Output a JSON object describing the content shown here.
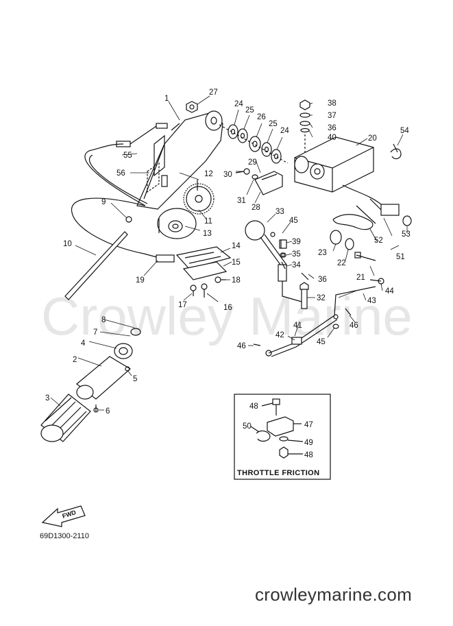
{
  "watermark": "Crowley Marine",
  "diagram_code": "69D1300-2110",
  "footer_url": "crowleymarine.com",
  "inset_title": "THROTTLE  FRICTION",
  "fwd_label": "FWD",
  "callouts": {
    "c1": "1",
    "c2": "2",
    "c3": "3",
    "c4": "4",
    "c5": "5",
    "c6": "6",
    "c7": "7",
    "c8": "8",
    "c9": "9",
    "c10": "10",
    "c11": "11",
    "c12": "12",
    "c13": "13",
    "c14": "14",
    "c15": "15",
    "c16": "16",
    "c17": "17",
    "c18": "18",
    "c19": "19",
    "c20": "20",
    "c21": "21",
    "c22": "22",
    "c23": "23",
    "c24a": "24",
    "c24b": "24",
    "c25a": "25",
    "c25b": "25",
    "c26": "26",
    "c27": "27",
    "c28": "28",
    "c29": "29",
    "c30": "30",
    "c31": "31",
    "c32": "32",
    "c33": "33",
    "c34": "34",
    "c35": "35",
    "c36a": "36",
    "c36b": "36",
    "c37": "37",
    "c38": "38",
    "c39": "39",
    "c40": "40",
    "c41": "41",
    "c42": "42",
    "c43": "43",
    "c44": "44",
    "c45a": "45",
    "c45b": "45",
    "c46a": "46",
    "c46b": "46",
    "c47": "47",
    "c48a": "48",
    "c48b": "48",
    "c49": "49",
    "c50": "50",
    "c51": "51",
    "c52": "52",
    "c53": "53",
    "c54": "54",
    "c55": "55",
    "c56": "56"
  }
}
